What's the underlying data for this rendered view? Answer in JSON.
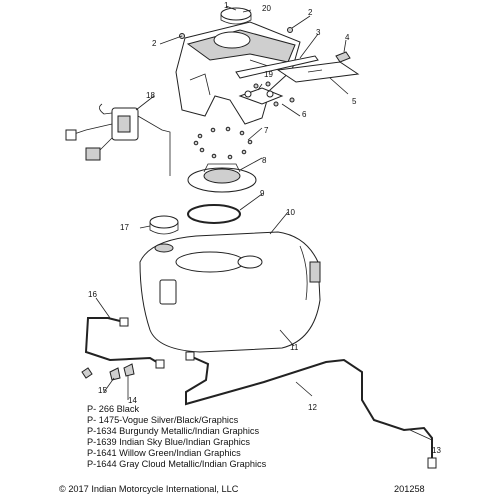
{
  "callouts": [
    "1",
    "2",
    "2",
    "3",
    "4",
    "5",
    "6",
    "7",
    "8",
    "9",
    "10",
    "11",
    "12",
    "13",
    "14",
    "15",
    "16",
    "17",
    "18",
    "19",
    "20"
  ],
  "paint_codes": [
    "P- 266 Black",
    "P- 1475-Vogue Silver/Black/Graphics",
    "P-1634 Burgundy Metallic/Indian Graphics",
    "P-1639 Indian Sky Blue/Indian Graphics",
    "P-1641 Willow Green/Indian Graphics",
    "P-1644 Gray Cloud Metallic/Indian Graphics"
  ],
  "copyright": "© 2017 Indian Motorcycle International, LLC",
  "figure_id": "201258"
}
